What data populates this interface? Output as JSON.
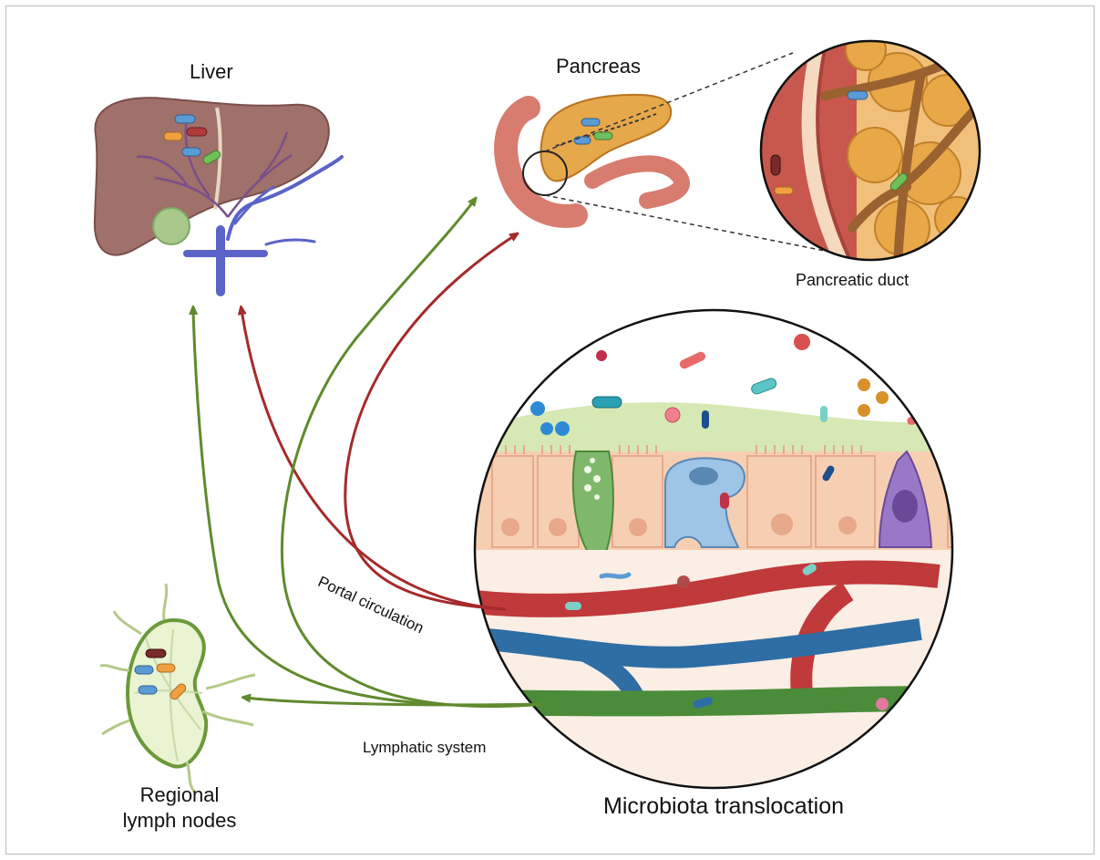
{
  "labels": {
    "liver": "Liver",
    "pancreas": "Pancreas",
    "pancreatic_duct": "Pancreatic duct",
    "regional_lymph_nodes_line1": "Regional",
    "regional_lymph_nodes_line2": "lymph nodes",
    "microbiota_translocation": "Microbiota translocation",
    "portal_circulation": "Portal circulation",
    "lymphatic_system": "Lymphatic system"
  },
  "colors": {
    "portal_arrow": "#a52a2a",
    "lymphatic_arrow": "#5f8a2e",
    "artery": "#c0393b",
    "vein": "#2e6ea5",
    "lymph_vessel": "#4a8c3a",
    "liver": "#a0706a",
    "pancreas": "#e5a84b",
    "epithelium": "#f6cfb3"
  },
  "icons": [
    "liver-organ",
    "pancreas-organ",
    "lymph-node",
    "bacteria",
    "intestinal-villi",
    "blood-vessels"
  ]
}
